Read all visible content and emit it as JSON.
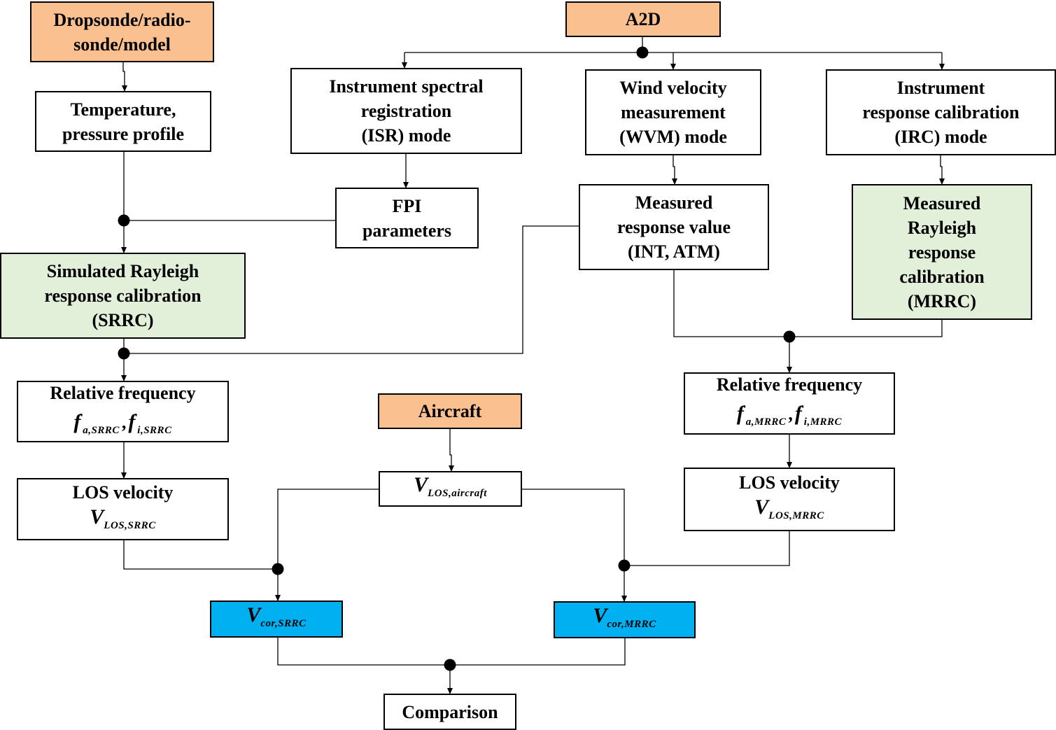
{
  "nodes": {
    "source_model": {
      "lines": [
        "Dropsonde/radio-",
        "sonde/model"
      ]
    },
    "a2d": {
      "lines": [
        "A2D"
      ]
    },
    "temp_pressure": {
      "lines": [
        "Temperature,",
        "pressure profile"
      ]
    },
    "isr_mode": {
      "lines": [
        "Instrument spectral",
        "registration",
        "(ISR) mode"
      ]
    },
    "wvm_mode": {
      "lines": [
        "Wind velocity",
        "measurement",
        "(WVM) mode"
      ]
    },
    "irc_mode": {
      "lines": [
        "Instrument",
        "response calibration",
        "(IRC) mode"
      ]
    },
    "fpi_params": {
      "lines": [
        "FPI",
        "parameters"
      ]
    },
    "measured_response": {
      "lines": [
        "Measured",
        "response value",
        "(INT, ATM)"
      ]
    },
    "mrrc": {
      "lines": [
        "Measured",
        "Rayleigh",
        "response",
        "calibration",
        "(MRRC)"
      ]
    },
    "srrc": {
      "lines": [
        "Simulated Rayleigh",
        "response calibration",
        "(SRRC)"
      ]
    },
    "rel_freq_srrc": {
      "label": "Relative frequency",
      "f": "f",
      "prime": "'",
      "sub_a": "a,SRRC",
      "sub_i": "i,SRRC",
      "sep": ","
    },
    "rel_freq_mrrc": {
      "label": "Relative frequency",
      "f": "f",
      "prime": "'",
      "sub_a": "a,MRRC",
      "sub_i": "i,MRRC",
      "sep": ","
    },
    "los_srrc": {
      "label": "LOS velocity",
      "v": "V",
      "sub": "LOS,SRRC"
    },
    "los_mrrc": {
      "label": "LOS velocity",
      "v": "V",
      "sub": "LOS,MRRC"
    },
    "aircraft": {
      "lines": [
        "Aircraft"
      ]
    },
    "los_aircraft": {
      "v": "V",
      "sub": "LOS,aircraft"
    },
    "vcor_srrc": {
      "v": "V",
      "sub": "cor,SRRC"
    },
    "vcor_mrrc": {
      "v": "V",
      "sub": "cor,MRRC"
    },
    "comparison": {
      "lines": [
        "Comparison"
      ]
    }
  },
  "colors": {
    "input_fill": "#fac090",
    "calibration_fill": "#e2efd9",
    "corrected_fill": "#00b0f0",
    "line": "#000000"
  }
}
